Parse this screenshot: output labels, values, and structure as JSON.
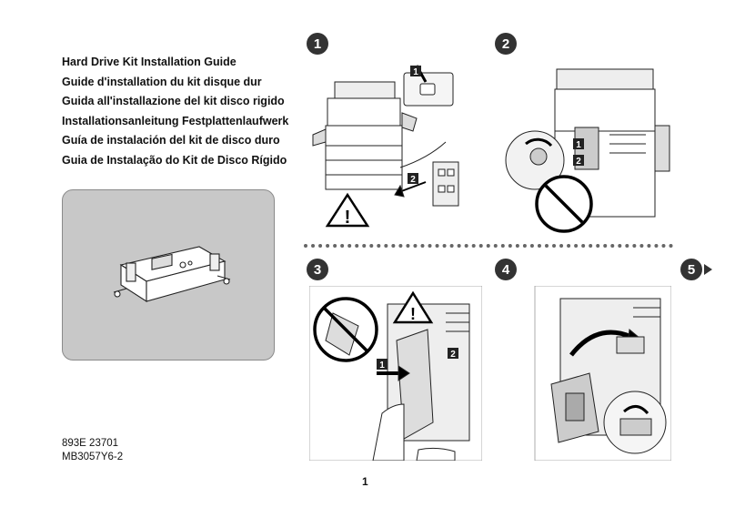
{
  "titles": [
    "Hard Drive Kit Installation Guide",
    "Guide d'installation du kit disque dur",
    "Guida all'installazione del kit disco rigido",
    "Installationsanleitung Festplattenlaufwerk",
    "Guía de instalación del kit de disco duro",
    "Guia de Instalação do Kit de Disco Rígido"
  ],
  "codes": {
    "line1": "893E 23701",
    "line2": "MB3057Y6-2"
  },
  "page_number": "1",
  "steps": {
    "s1": "1",
    "s2": "2",
    "s3": "3",
    "s4": "4",
    "s5": "5"
  },
  "callouts": {
    "s1_a": "1",
    "s1_b": "2",
    "s2_a": "1",
    "s2_b": "2",
    "s3_a": "1",
    "s3_b": "2"
  },
  "colors": {
    "badge": "#333333",
    "kit_panel": "#c8c8c8",
    "warning": "#000000"
  },
  "icons": [
    "warning-icon",
    "prohibited-icon",
    "arrow-right-icon",
    "power-button-icon"
  ]
}
